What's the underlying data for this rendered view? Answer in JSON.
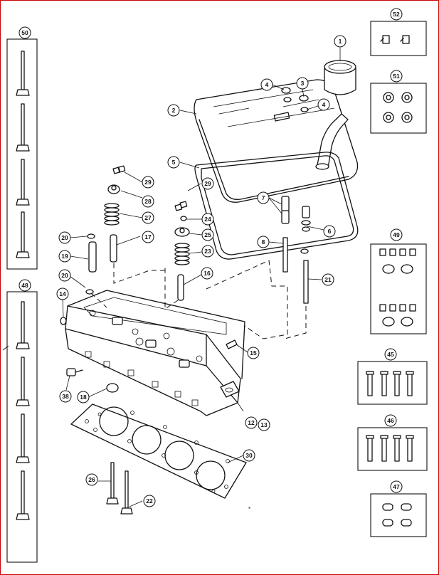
{
  "callouts": [
    {
      "id": "c1",
      "label": "1"
    },
    {
      "id": "c2",
      "label": "2"
    },
    {
      "id": "c3",
      "label": "3"
    },
    {
      "id": "c4a",
      "label": "4"
    },
    {
      "id": "c4b",
      "label": "4"
    },
    {
      "id": "c5",
      "label": "5"
    },
    {
      "id": "c6",
      "label": "6"
    },
    {
      "id": "c7",
      "label": "7"
    },
    {
      "id": "c8",
      "label": "8"
    },
    {
      "id": "c12",
      "label": "12"
    },
    {
      "id": "c13",
      "label": "13"
    },
    {
      "id": "c14",
      "label": "14"
    },
    {
      "id": "c15",
      "label": "15"
    },
    {
      "id": "c16",
      "label": "16"
    },
    {
      "id": "c17",
      "label": "17"
    },
    {
      "id": "c18",
      "label": "18"
    },
    {
      "id": "c19",
      "label": "19"
    },
    {
      "id": "c20a",
      "label": "20"
    },
    {
      "id": "c20b",
      "label": "20"
    },
    {
      "id": "c21",
      "label": "21"
    },
    {
      "id": "c22",
      "label": "22"
    },
    {
      "id": "c23",
      "label": "23"
    },
    {
      "id": "c24",
      "label": "24"
    },
    {
      "id": "c25",
      "label": "25"
    },
    {
      "id": "c26",
      "label": "26"
    },
    {
      "id": "c27",
      "label": "27"
    },
    {
      "id": "c28",
      "label": "28"
    },
    {
      "id": "c29a",
      "label": "29"
    },
    {
      "id": "c29b",
      "label": "29"
    },
    {
      "id": "c30",
      "label": "30"
    },
    {
      "id": "c38",
      "label": "38"
    },
    {
      "id": "c45",
      "label": "45"
    },
    {
      "id": "c46",
      "label": "46"
    },
    {
      "id": "c47",
      "label": "47"
    },
    {
      "id": "c48",
      "label": "48"
    },
    {
      "id": "c49",
      "label": "49"
    },
    {
      "id": "c50",
      "label": "50"
    },
    {
      "id": "c51",
      "label": "51"
    },
    {
      "id": "c52",
      "label": "52"
    }
  ]
}
